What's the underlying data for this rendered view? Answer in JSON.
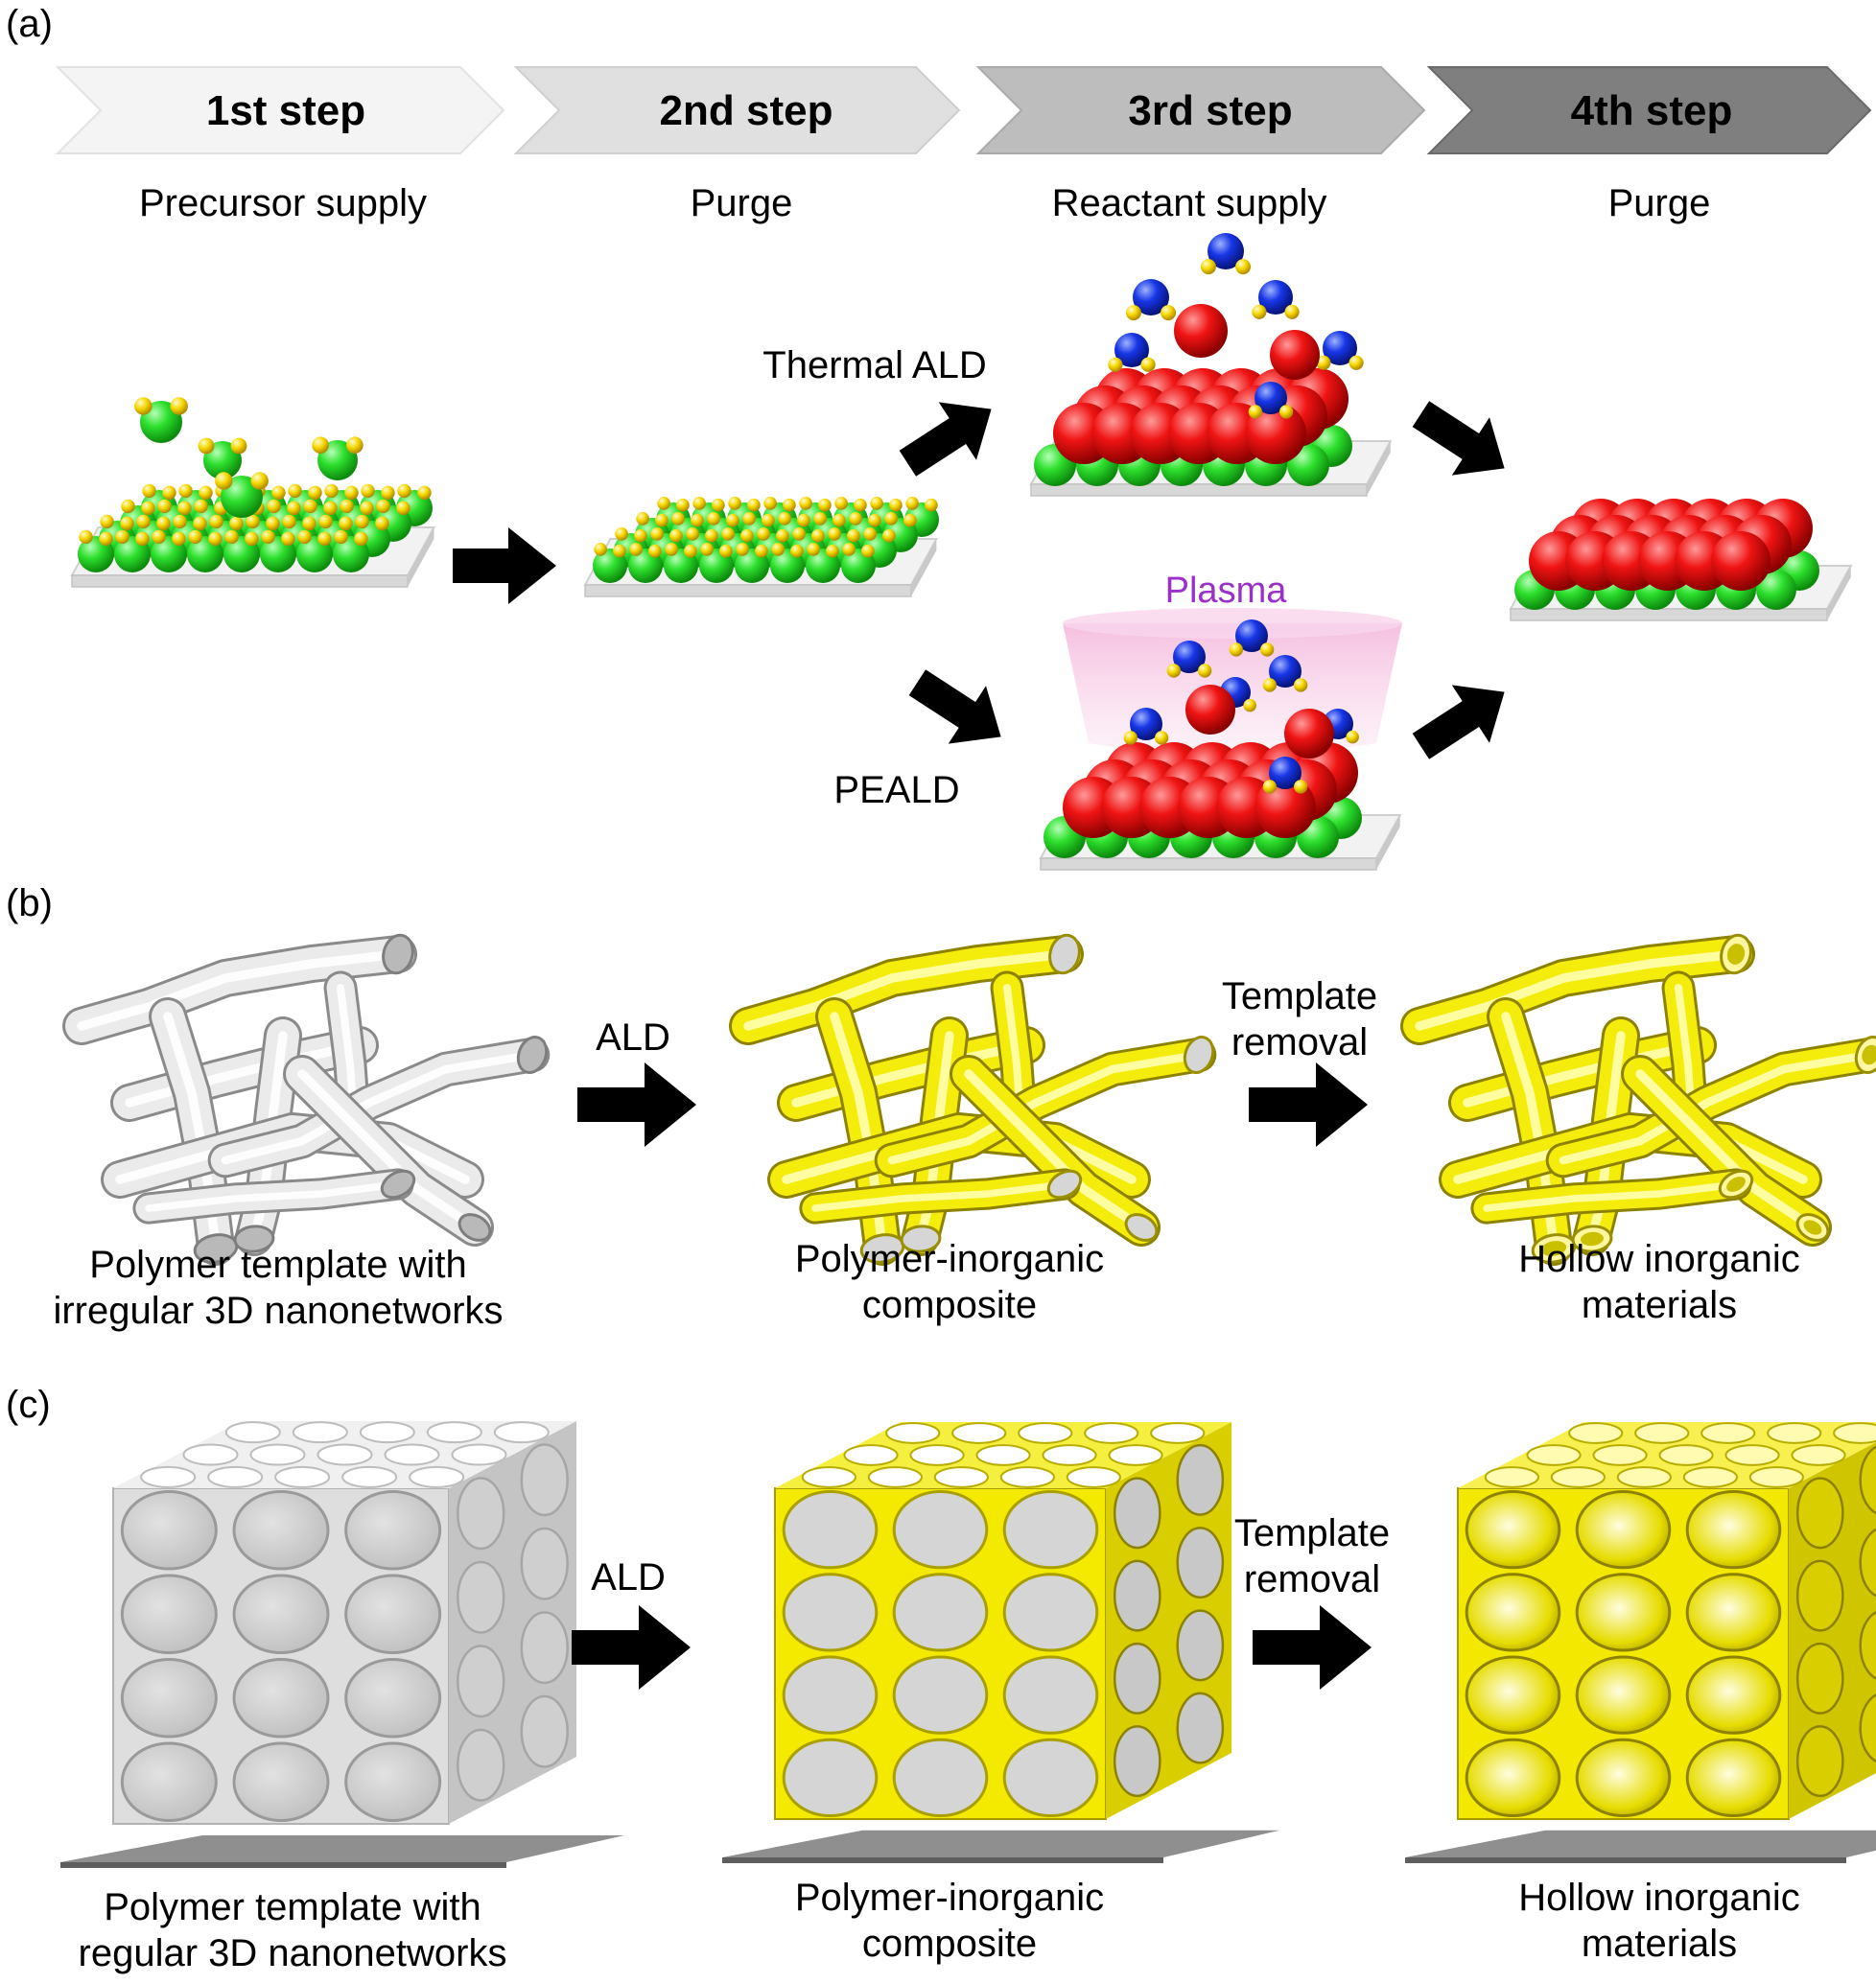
{
  "panels": {
    "a": {
      "label": "(a)",
      "steps": [
        {
          "title": "1st step",
          "subtitle": "Precursor supply",
          "fill": "#f2f2f2"
        },
        {
          "title": "2nd step",
          "subtitle": "Purge",
          "fill": "#dedede"
        },
        {
          "title": "3rd step",
          "subtitle": "Reactant supply",
          "fill": "#b8b8b8"
        },
        {
          "title": "4th step",
          "subtitle": "Purge",
          "fill": "#7a7a7a"
        }
      ],
      "routes": {
        "thermal": "Thermal ALD",
        "pe": "PEALD",
        "plasma": "Plasma"
      }
    },
    "b": {
      "label": "(b)",
      "arrow1": "ALD",
      "arrow2": [
        "Template",
        "removal"
      ],
      "captions": [
        [
          "Polymer template with",
          "irregular 3D nanonetworks"
        ],
        [
          "Polymer-inorganic",
          "composite"
        ],
        [
          "Hollow inorganic",
          "materials"
        ]
      ]
    },
    "c": {
      "label": "(c)",
      "arrow1": "ALD",
      "arrow2": [
        "Template",
        "removal"
      ],
      "captions": [
        [
          "Polymer template with",
          "regular 3D nanonetworks"
        ],
        [
          "Polymer-inorganic",
          "composite"
        ],
        [
          "Hollow inorganic",
          "materials"
        ]
      ]
    }
  },
  "colors": {
    "precursor_metal": "#22d622",
    "ligand": "#f5d400",
    "reactant_core": "#ee1111",
    "reactant_small": "#1733e0",
    "plasma": "#f7c8e6",
    "plasma_text": "#9b2fc9",
    "inorganic": "#f6ee16",
    "polymer": "#e6e6e6",
    "arrow": "#000000"
  }
}
